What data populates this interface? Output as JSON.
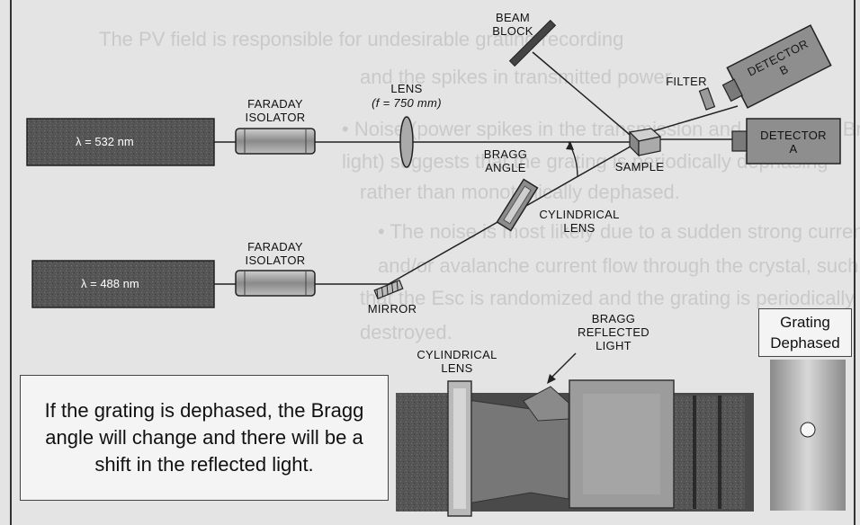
{
  "labels": {
    "beam_block": [
      "BEAM",
      "BLOCK"
    ],
    "detector_b": [
      "DETECTOR",
      "B"
    ],
    "filter": "FILTER",
    "lens": "LENS",
    "lens_focal": "(f = 750 mm)",
    "faraday_top": [
      "FARADAY",
      "ISOLATOR"
    ],
    "faraday_bottom": [
      "FARADAY",
      "ISOLATOR"
    ],
    "detector_a": [
      "DETECTOR",
      "A"
    ],
    "bragg_angle": [
      "BRAGG",
      "ANGLE"
    ],
    "sample": "SAMPLE",
    "cylindrical_lens_top": [
      "CYLINDRICAL",
      "LENS"
    ],
    "mirror": "MIRROR",
    "bragg_reflected": [
      "BRAGG",
      "REFLECTED",
      "LIGHT"
    ],
    "cylindrical_lens_bottom": [
      "CYLINDRICAL",
      "LENS"
    ]
  },
  "lasers": {
    "top": "λ = 532 nm",
    "bottom": "λ = 488 nm"
  },
  "note_box": "If the grating is dephased, the Bragg angle will change and there will be a shift in the reflected light.",
  "grating_box": [
    "Grating",
    "Dephased"
  ],
  "background_text": [
    "The PV field is responsible for undesirable grating recording",
    "and the spikes in transmitted power.",
    "• Noise (power spikes in the transmission and in the light Bragg",
    "  light) suggests that the grating is periodically dephasing",
    "  rather than monotonically dephased.",
    "• The noise is most likely due to a sudden strong current",
    "  and/or avalanche current flow through the crystal, such",
    "  that the Esc is randomized and the grating is periodically",
    "  destroyed."
  ],
  "colors": {
    "background": "#e4e4e4",
    "laser_dark": "#4a4a4a",
    "component_gray": "#9a9a9a",
    "line": "#222222"
  }
}
